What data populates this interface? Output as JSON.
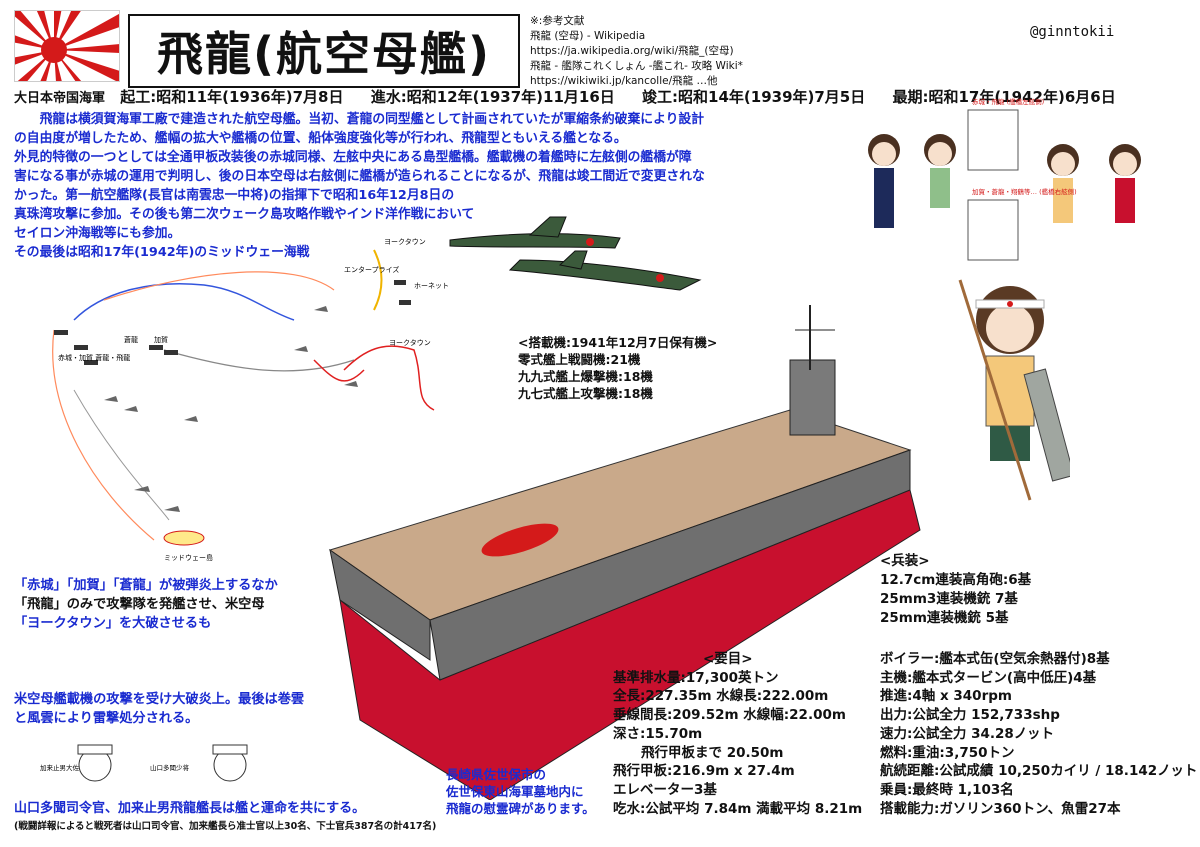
{
  "title": "飛龍(航空母艦)",
  "handle": "@ginntokii",
  "references": {
    "heading": "※:参考文献",
    "lines": [
      "飛龍 (空母) - Wikipedia",
      "https://ja.wikipedia.org/wiki/飛龍_(空母)",
      "飛龍 - 艦隊これくしょん -艦これ- 攻略 Wiki*",
      "https://wikiwiki.jp/kancolle/飛龍 …他"
    ]
  },
  "dates": {
    "navy": "大日本帝国海軍",
    "laid_down": "起工:昭和11年(1936年)7月8日",
    "launched": "進水:昭和12年(1937年)11月16日",
    "commissioned": "竣工:昭和14年(1939年)7月5日",
    "final": "最期:昭和17年(1942年)6月6日"
  },
  "history": [
    "飛龍は横須賀海軍工廠で建造された航空母艦。当初、蒼龍の同型艦として計画されていたが軍縮条約破棄により設計",
    "の自由度が増したため、艦幅の拡大や艦橋の位置、船体強度強化等が行われ、飛龍型ともいえる艦となる。",
    "外見的特徴の一つとしては全通甲板改装後の赤城同様、左舷中央にある島型艦橋。艦載機の着艦時に左舷側の艦橋が障",
    "害になる事が赤城の運用で判明し、後の日本空母は右舷側に艦橋が造られることになるが、飛龍は竣工間近で変更されな",
    "かった。第一航空艦隊(長官は南雲忠一中将)の指揮下で昭和16年12月8日の",
    "真珠湾攻撃に参加。その後も第二次ウェーク島攻略作戦やインド洋作戦において",
    "セイロン沖海戦等にも参加。",
    "その最後は昭和17年(1942年)のミッドウェー海戦"
  ],
  "aircraft": {
    "heading": "<搭載機:1941年12月7日保有機>",
    "items": [
      "零式艦上戦闘機:21機",
      "九九式艦上爆撃機:18機",
      "九七式艦上攻撃機:18機"
    ]
  },
  "armament": {
    "heading": "<兵装>",
    "items": [
      "12.7cm連装高角砲:6基",
      "25mm3連装機銃 7基",
      "25mm連装機銃 5基"
    ]
  },
  "specs": {
    "heading": "<要目>",
    "items": [
      "基準排水量:17,300英トン",
      "全長:227.35m 水線長:222.00m",
      "垂線間長:209.52m 水線幅:22.00m",
      "深さ:15.70m",
      "飛行甲板まで 20.50m",
      "飛行甲板:216.9m x 27.4m",
      "エレベーター3基",
      "吃水:公試平均 7.84m 満載平均 8.21m"
    ]
  },
  "engine": {
    "items": [
      "ボイラー:艦本式缶(空気余熱器付)8基",
      "主機:艦本式タービン(高中低圧)4基",
      "推進:4軸 x 340rpm",
      "出力:公試全力 152,733shp",
      "速力:公試全力 34.28ノット",
      "燃料:重油:3,750トン",
      "航続距離:公試成績 10,250カイリ / 18.142ノット",
      "乗員:最終時 1,103名",
      "搭載能力:ガソリン360トン、魚雷27本"
    ]
  },
  "midway": [
    "「赤城」「加賀」「蒼龍」が被弾炎上するなか",
    "「飛龍」のみで攻撃隊を発艦させ、米空母",
    "「ヨークタウン」を大破させるも"
  ],
  "fate": [
    "米空母艦載機の攻撃を受け大破炎上。最後は巻雲",
    "と風雲により雷撃処分される。"
  ],
  "monument": [
    "長崎県佐世保市の",
    "佐世保東山海軍墓地内に",
    "飛龍の慰霊碑があります。"
  ],
  "final": {
    "line": "山口多聞司令官、加来止男飛龍艦長は艦と運命を共にする。",
    "note": "(戦闘詳報によると戦死者は山口司令官、加来艦長ら准士官以上30名、下士官兵387名の計417名)"
  },
  "map_labels": {
    "yorktown": "ヨークタウン",
    "enterprise": "エンタープライズ",
    "hornet": "ホーネット",
    "yorktown2": "ヨークタウン",
    "midway": "ミッドウェー島",
    "akagi_group": "赤城・加賀 蒼龍・飛龍",
    "soryu": "蒼龍",
    "kaga": "加賀"
  },
  "char_labels": {
    "a": "赤城・飛龍 (艦橋左舷側)",
    "b": "加賀・蒼龍・翔鶴等… (艦橋右舷側)"
  },
  "officer_labels": {
    "kaku": "加来止男大佐",
    "yamaguchi": "山口多聞少将"
  },
  "colors": {
    "text_blue": "#1a2bd0",
    "red": "#d41a1a",
    "hull_gray": "#6f6f6f",
    "hull_red": "#c8102e",
    "deck": "#c9a98a"
  }
}
